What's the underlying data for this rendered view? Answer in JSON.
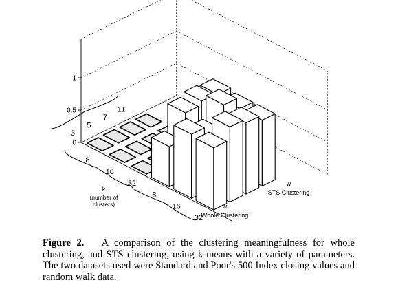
{
  "chart_data": {
    "type": "bar3d",
    "z_ticks": [
      "0",
      "0.5",
      "1"
    ],
    "zlim": [
      0,
      1.6
    ],
    "k_axis": {
      "label": "k",
      "sublabel": [
        "(number of",
        "clusters)"
      ],
      "ticks": [
        "3",
        "5",
        "7",
        "11"
      ]
    },
    "w_axis": {
      "ticks": [
        "8",
        "16",
        "32",
        "8",
        "16",
        "32"
      ],
      "groups": [
        {
          "letter": "w",
          "name": "Whole Clustering"
        },
        {
          "letter": "w",
          "name": "STS Clustering"
        }
      ]
    },
    "values": [
      [
        0,
        0,
        0,
        0,
        0,
        0
      ],
      [
        0,
        0,
        0,
        0,
        0,
        0
      ],
      [
        0,
        0,
        0,
        0,
        0,
        0
      ],
      [
        0,
        0,
        0,
        0,
        0,
        0
      ]
    ],
    "sts_values": [
      [
        0.62,
        0.99,
        0.96
      ],
      [
        1.02,
        0.86,
        1.16
      ],
      [
        1.08,
        1.2,
        1.1
      ],
      [
        1.06,
        1.02,
        1.02
      ]
    ]
  },
  "caption": {
    "label": "Figure 2.",
    "text": "A comparison of the clustering meaningfulness for whole clustering, and STS clustering, using k-means with a variety of parameters. The two datasets used were Standard and Poor's 500 Index closing values and random walk data."
  }
}
